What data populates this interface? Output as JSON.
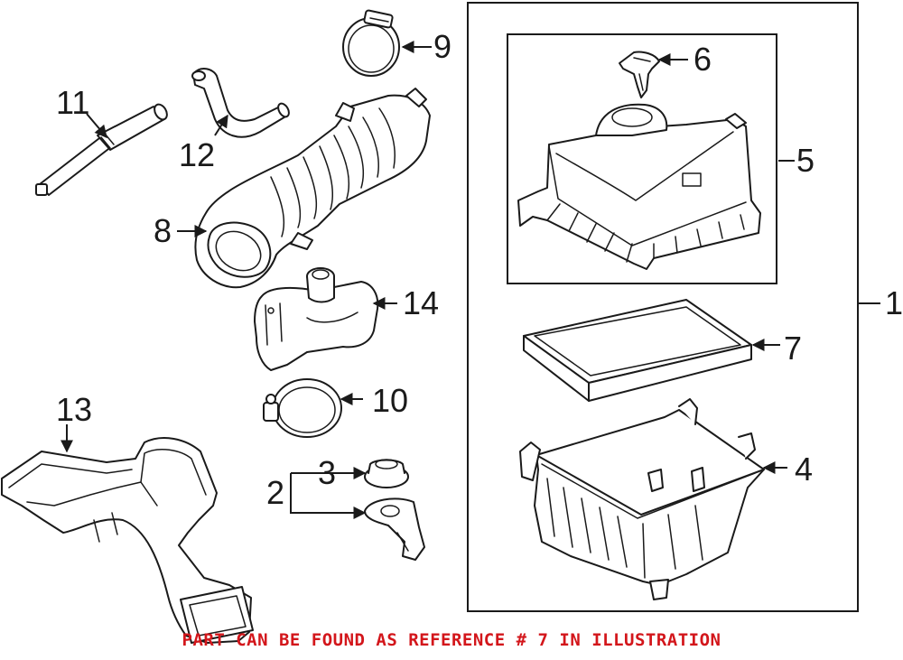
{
  "callouts": {
    "c1": "1",
    "c2": "2",
    "c3": "3",
    "c4": "4",
    "c5": "5",
    "c6": "6",
    "c7": "7",
    "c8": "8",
    "c9": "9",
    "c10": "10",
    "c11": "11",
    "c12": "12",
    "c13": "13",
    "c14": "14"
  },
  "footer": {
    "note": "PART CAN BE FOUND AS REFERENCE # 7 IN ILLUSTRATION"
  },
  "colors": {
    "line": "#1a1a1a",
    "note": "#d3161b",
    "background": "#ffffff"
  }
}
